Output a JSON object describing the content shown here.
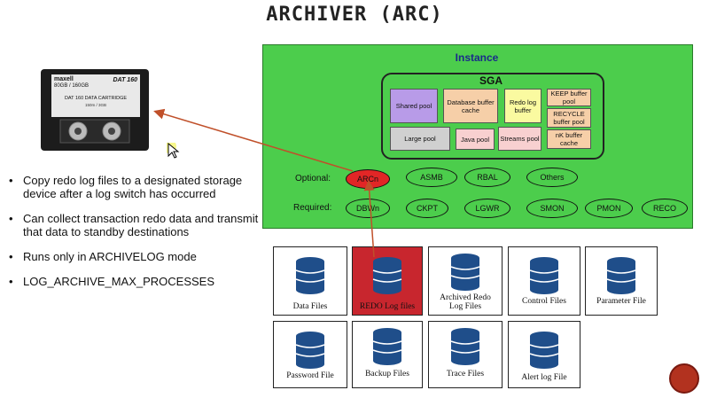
{
  "title": "ARCHIVER (ARC)",
  "instance": {
    "label": "Instance",
    "sga": {
      "label": "SGA",
      "shared_pool": "Shared pool",
      "db_buffer_cache": "Database buffer cache",
      "redo_log_buffer": "Redo log buffer",
      "keep_buffer_pool": "KEEP buffer pool",
      "recycle_buffer_pool": "RECYCLE buffer pool",
      "nk_buffer_cache": "nK buffer cache",
      "large_pool": "Large pool",
      "java_pool": "Java pool",
      "streams_pool": "Streams pool"
    },
    "optional_label": "Optional:",
    "optional": [
      "ARCn",
      "ASMB",
      "RBAL",
      "Others"
    ],
    "required_label": "Required:",
    "required": [
      "DBWn",
      "CKPT",
      "LGWR",
      "SMON",
      "PMON",
      "RECO"
    ]
  },
  "files": {
    "row1": [
      "Data Files",
      "REDO Log files",
      "Archived Redo Log Files",
      "Control Files",
      "Parameter File"
    ],
    "row2": [
      "Password File",
      "Backup Files",
      "Trace Files",
      "Alert log File"
    ]
  },
  "bullets": [
    "Copy redo log files to a designated storage device after a log switch has occurred",
    "Can collect transaction redo data and transmit that data to standby destinations",
    "Runs only in ARCHIVELOG mode",
    "LOG_ARCHIVE_MAX_PROCESSES"
  ],
  "tape": {
    "brand": "maxell",
    "capacity": "80GB / 160GB",
    "model": "DAT 160",
    "cartridge": "DAT 160 DATA CARTRIDGE",
    "spec": "150m / 3GB"
  },
  "colors": {
    "instance_green": "#4ccd4c",
    "shared_pool": "#b89be8",
    "db_buffer": "#f6cfa8",
    "redo_buffer": "#fafaa0",
    "keep_pools": "#f6cfa8",
    "large_pool": "#d0d0d0",
    "java_pool": "#f8d0d0",
    "streams_pool": "#f8d0d0",
    "arcn_red": "#e22626",
    "redo_file_red": "#c8262e",
    "arrow": "#c0502a"
  }
}
